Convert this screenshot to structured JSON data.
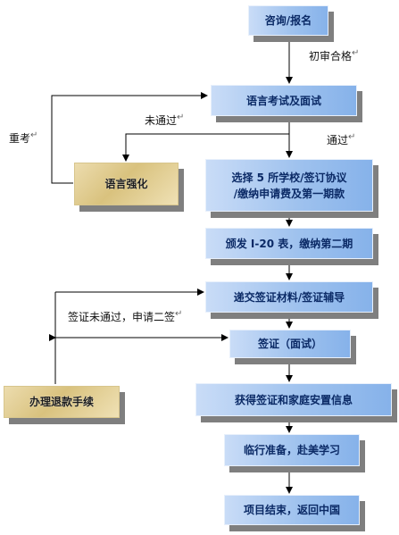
{
  "nodes": {
    "consult": "咨询/报名",
    "language_test": "语言考试及面试",
    "select_line1": "选择 5 所学校/签订协议",
    "select_line2": "/缴纳申请费及第一期款",
    "issue_i20": "颁发  I-20 表，缴纳第二期",
    "submit_visa": "递交签证材料/签证辅导",
    "visa_interview": "签证（面试）",
    "visa_info": "获得签证和家庭安置信息",
    "prepare": "临行准备，赴美学习",
    "end": "项目结束，返回中国",
    "language_boost": "语言强化",
    "refund": "办理退款手续"
  },
  "labels": {
    "initial_pass": "初审合格",
    "not_pass": "未通过",
    "pass": "通过",
    "retake": "重考",
    "visa_fail": "签证未通过，申请二签"
  },
  "colors": {
    "flow_box": "#9fc2ee",
    "side_box": "#d9c27e",
    "text": "#0b2a66"
  }
}
